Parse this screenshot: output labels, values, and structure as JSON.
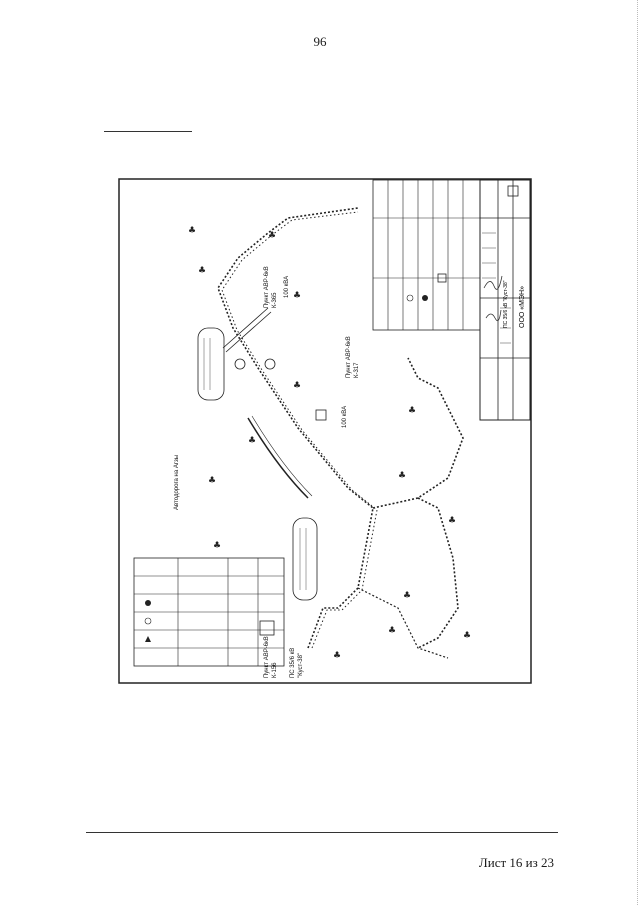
{
  "page": {
    "number": "96",
    "sheet": "Лист 16 из 23"
  },
  "drawing": {
    "rotated_labels": {
      "road": "Автодорога на Агзы",
      "pole_left": "Пункт АВР-6кВ",
      "pole_left_id": "К-156",
      "pole_right": "Пункт АВР-6кВ",
      "pole_right_id": "К-365",
      "pole_mid": "Пункт АВР-6кВ",
      "pole_mid_id": "К-317",
      "substation": "ПС 35/6 кВ",
      "substation_name": "\"Куст-38\"",
      "title_company": "ООО «МЭН»",
      "title_object": "ПС 35/6 кВ \"Куст-38\"",
      "power_left": "100 кВА",
      "power_right": "100 кВА"
    }
  }
}
